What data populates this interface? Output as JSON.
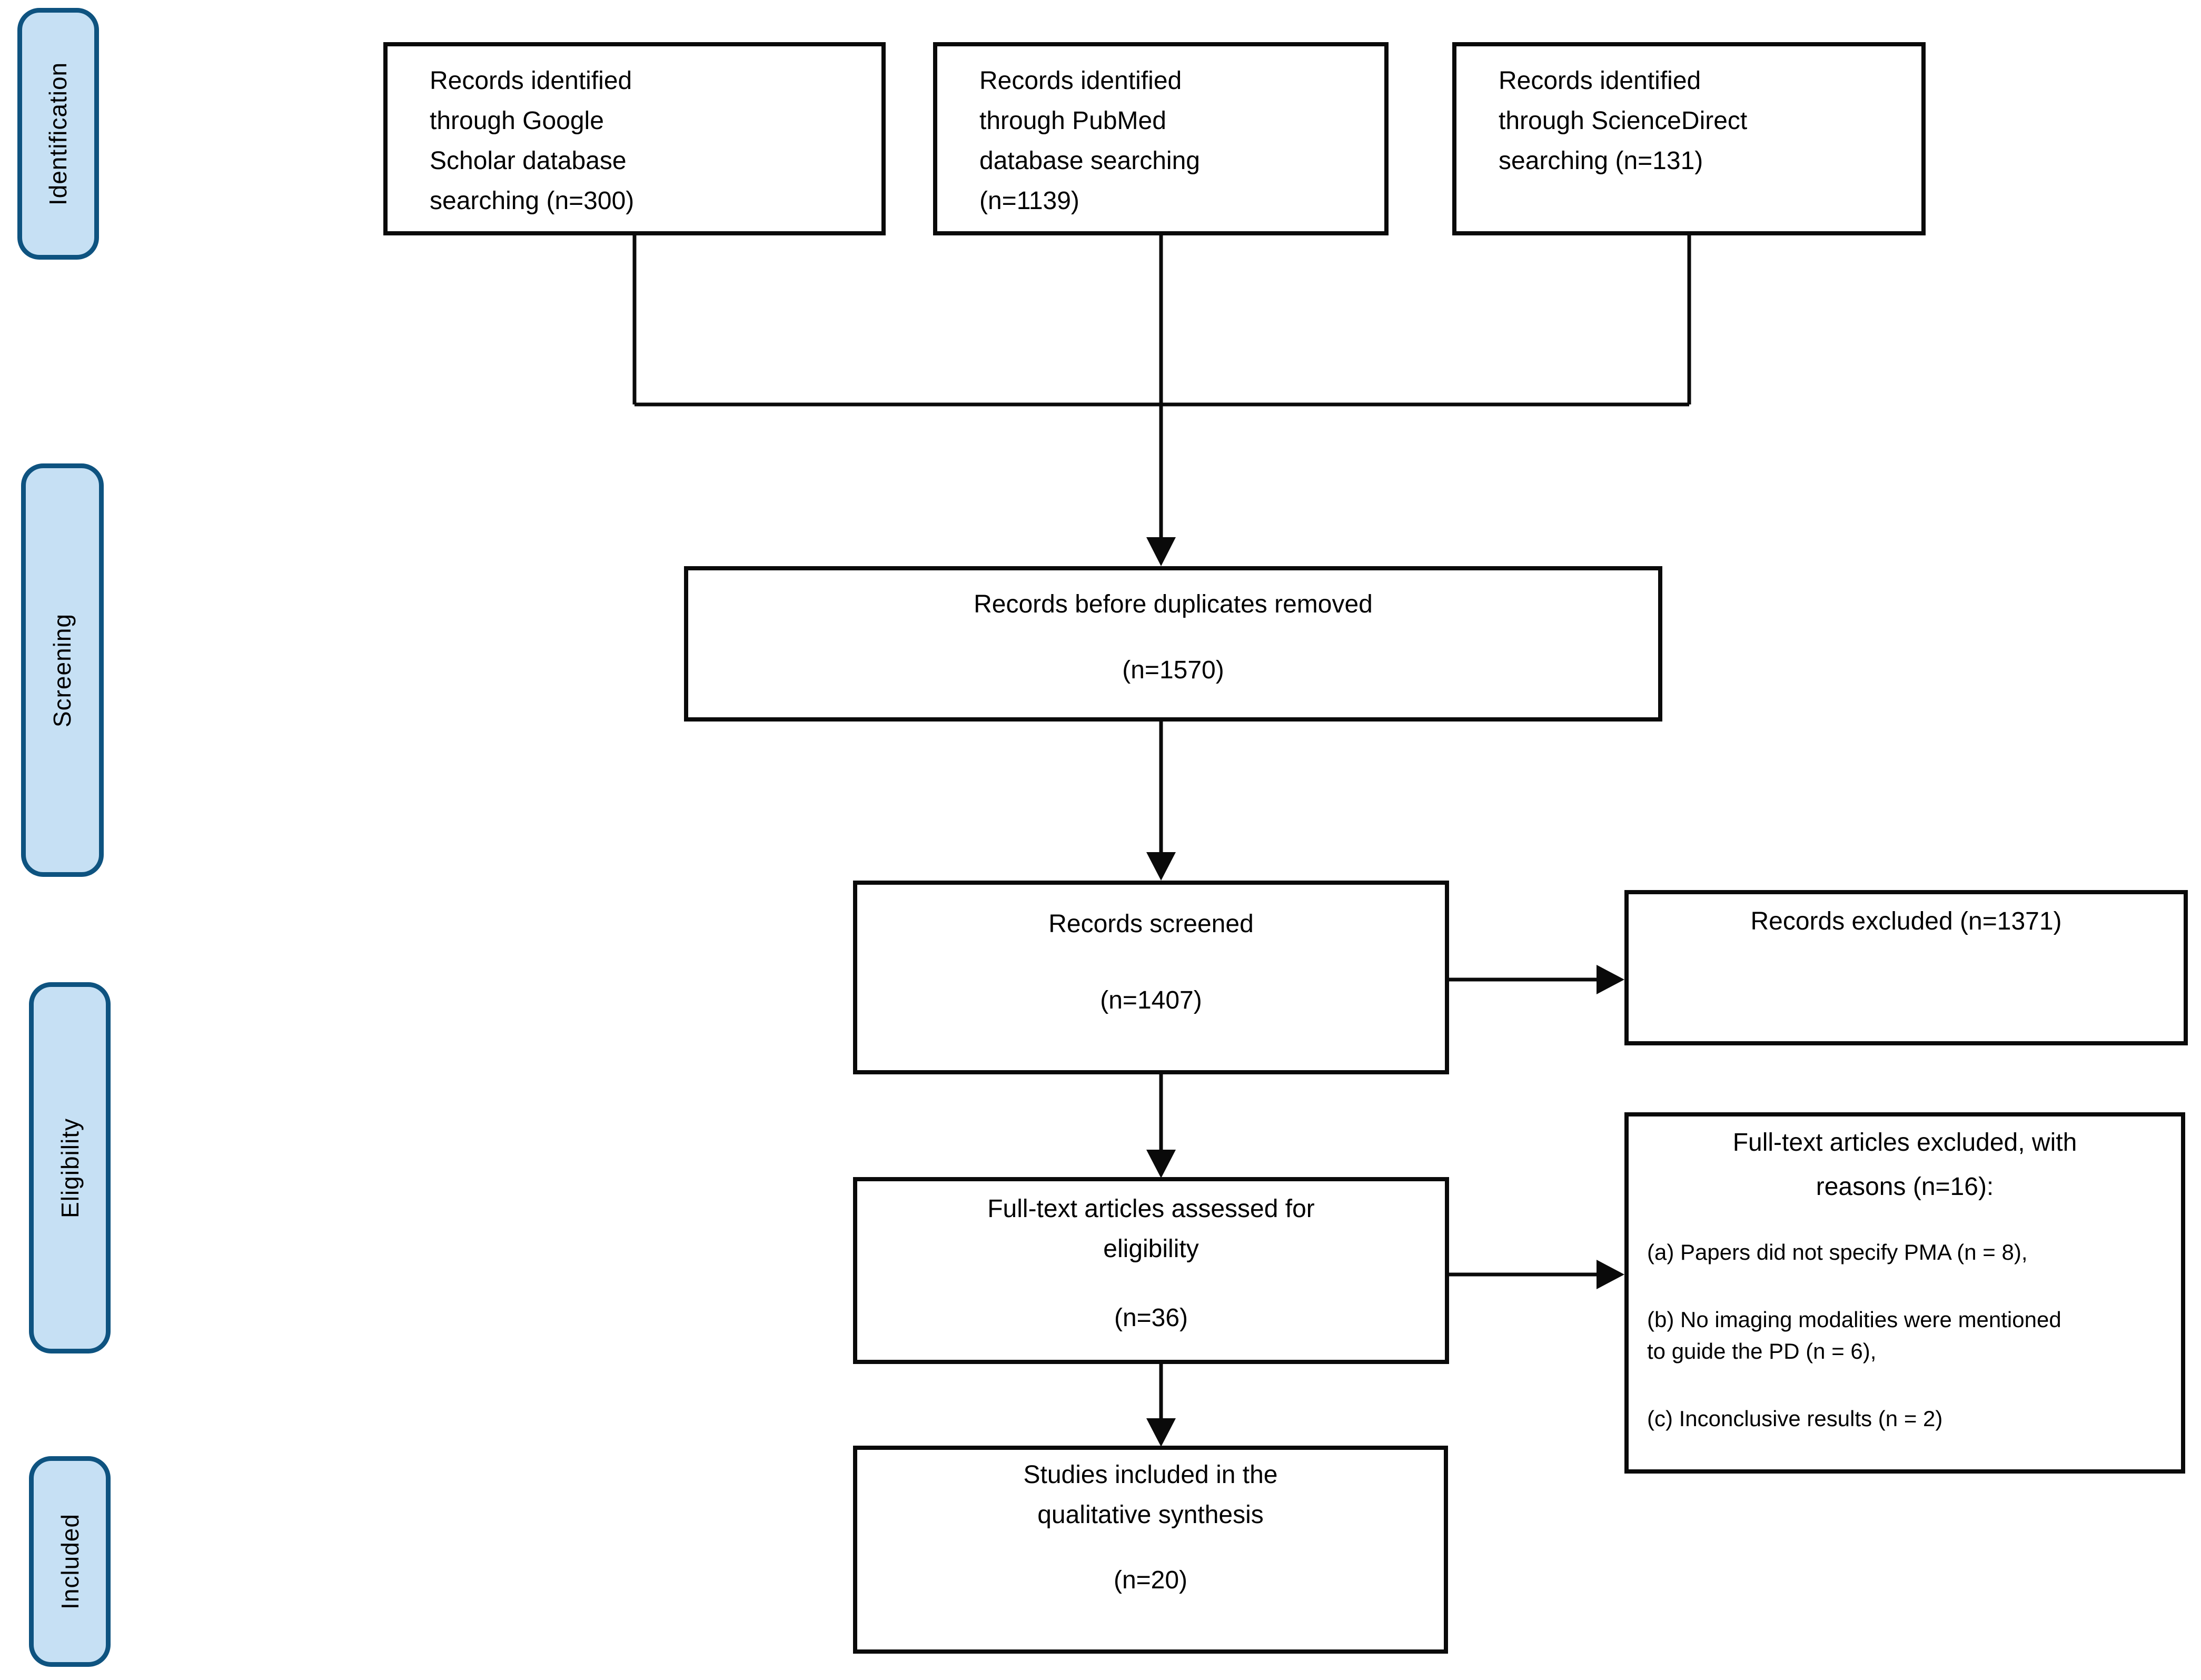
{
  "palette": {
    "sidebar_fill": "#c6e0f4",
    "sidebar_border": "#0e5380",
    "box_border": "#0a0a0a",
    "text": "#000000"
  },
  "sidebar": {
    "stages": [
      {
        "label": "Identification"
      },
      {
        "label": "Screening"
      },
      {
        "label": "Eligibility"
      },
      {
        "label": "Included"
      }
    ]
  },
  "flow": {
    "sources": [
      {
        "text": "Records identified\nthrough Google\nScholar database\nsearching (n=300)"
      },
      {
        "text": "Records identified\nthrough PubMed\ndatabase searching\n(n=1139)"
      },
      {
        "text": "Records identified\nthrough ScienceDirect\nsearching (n=131)"
      }
    ],
    "duplicates": {
      "title": "Records before duplicates removed",
      "count": "(n=1570)"
    },
    "screened": {
      "title": "Records screened",
      "count": "(n=1407)"
    },
    "excluded": {
      "title": "Records excluded (n=1371)"
    },
    "assessed": {
      "title": "Full-text articles assessed for\neligibility",
      "count": "(n=36)"
    },
    "reasons": {
      "title": "Full-text articles excluded, with\nreasons (n=16):",
      "items": [
        "(a) Papers did not specify PMA (n = 8),",
        "(b) No imaging modalities were mentioned\nto guide the PD (n = 6),",
        "(c) Inconclusive results (n = 2)"
      ]
    },
    "included": {
      "title": "Studies included in the\nqualitative synthesis",
      "count": "(n=20)"
    }
  }
}
